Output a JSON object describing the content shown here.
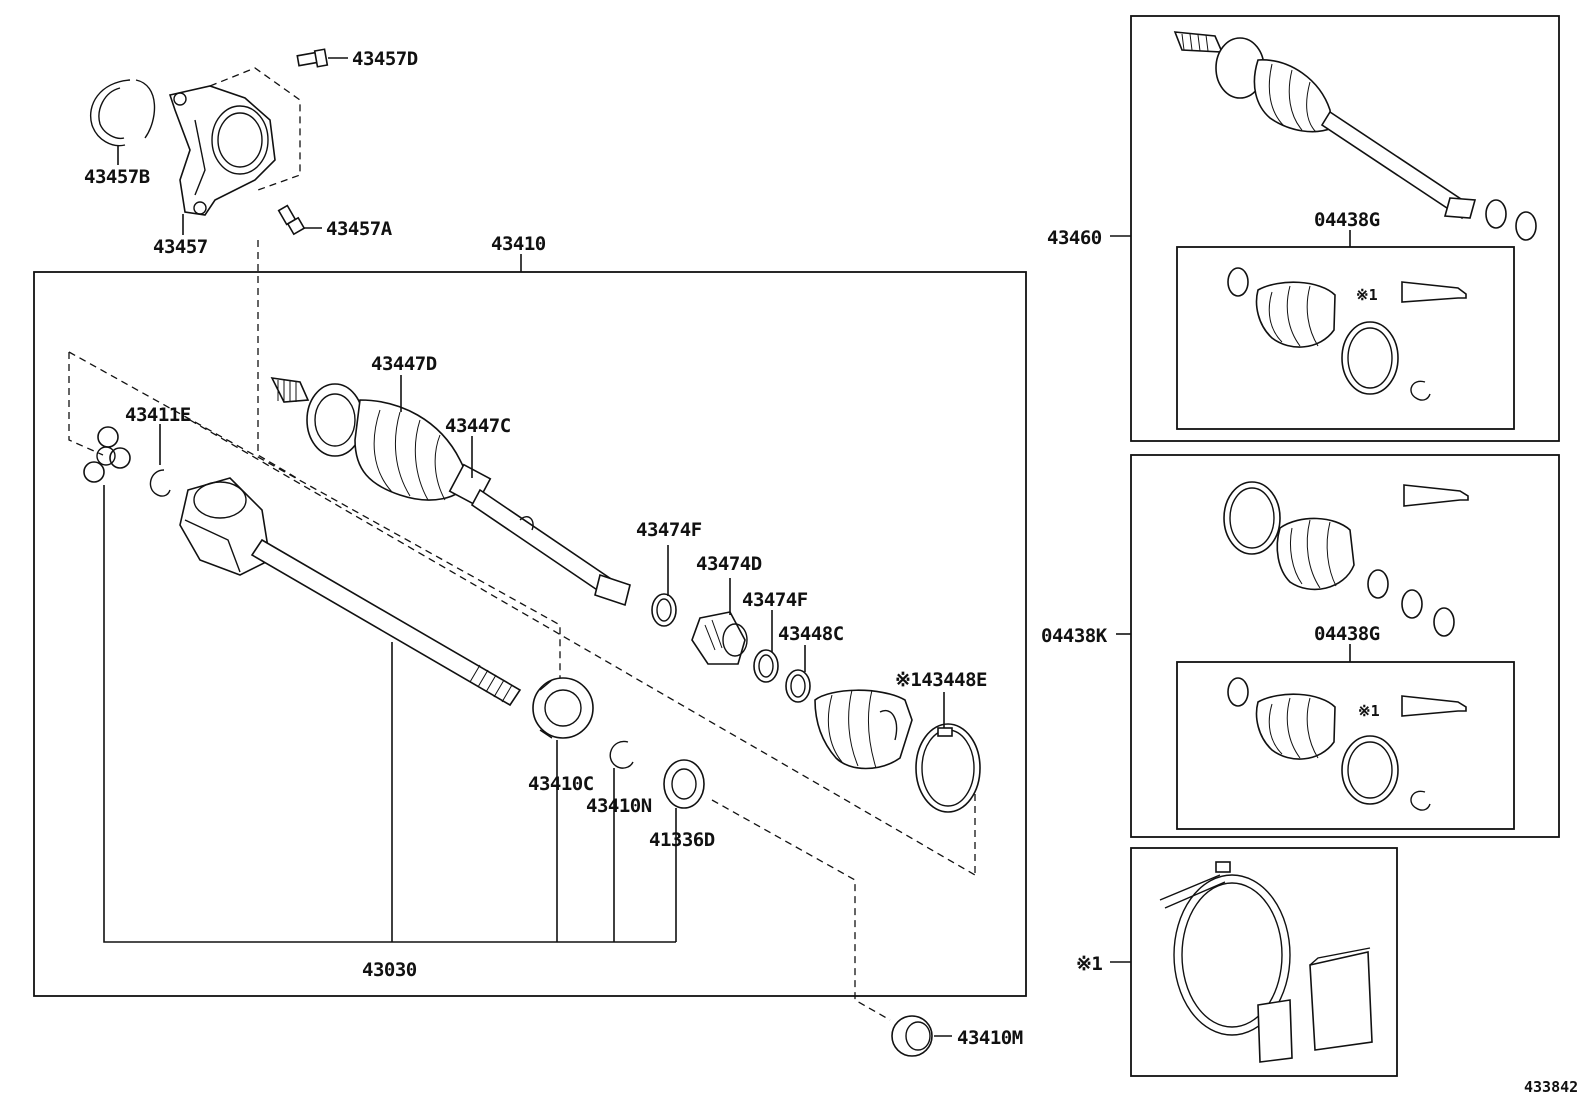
{
  "labels": {
    "l_43457D": "43457D",
    "l_43457B": "43457B",
    "l_43457": "43457",
    "l_43457A": "43457A",
    "l_43410": "43410",
    "l_43447D": "43447D",
    "l_43447C": "43447C",
    "l_43411E": "43411E",
    "l_43474F_1": "43474F",
    "l_43474D": "43474D",
    "l_43474F_2": "43474F",
    "l_43448C": "43448C",
    "l_43448E": "※143448E",
    "l_43410C": "43410C",
    "l_43410N": "43410N",
    "l_41336D": "41336D",
    "l_43030": "43030",
    "l_43410M": "43410M",
    "l_43460": "43460",
    "l_04438G_1": "04438G",
    "l_ref1_a": "※1",
    "l_04438K": "04438K",
    "l_04438G_2": "04438G",
    "l_ref1_b": "※1",
    "l_ref1_kit": "※1",
    "l_diagram_id": "433842"
  }
}
